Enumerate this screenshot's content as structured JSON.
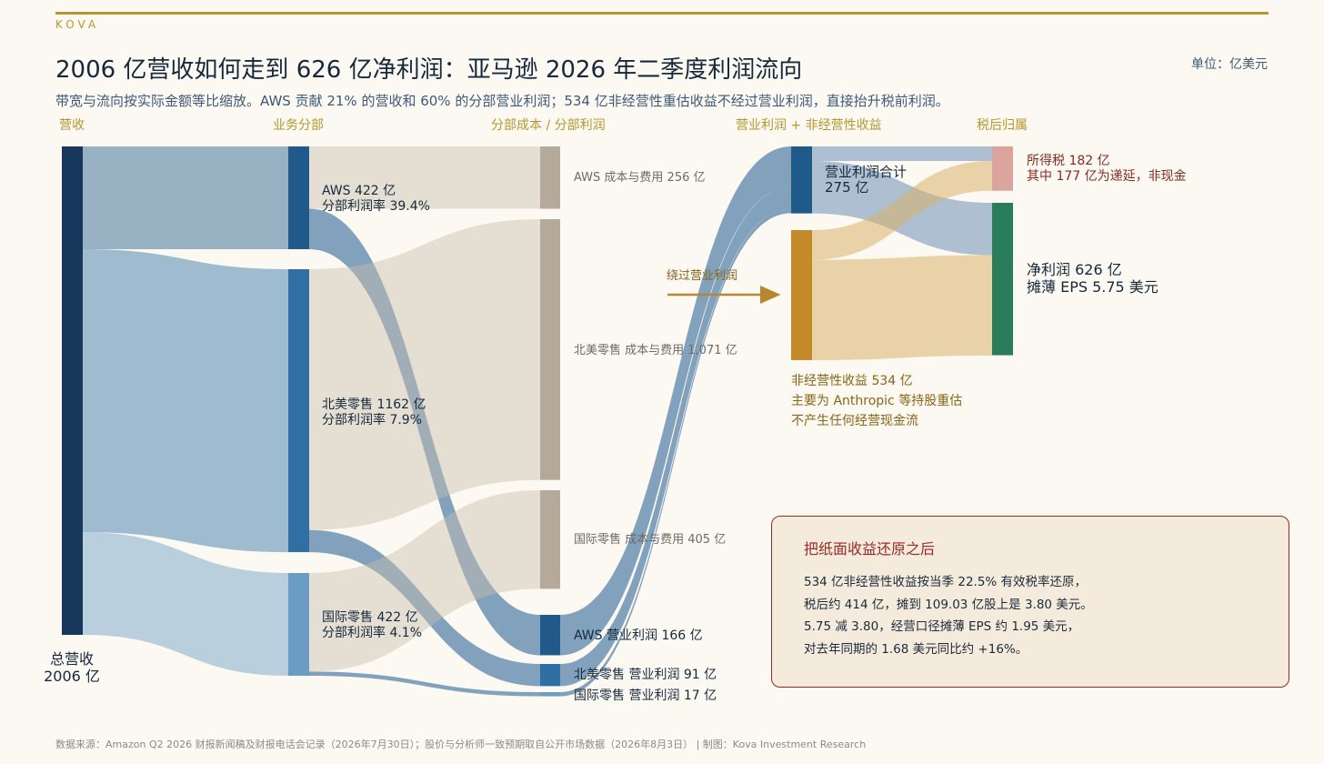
{
  "header": {
    "brand": "KOVA",
    "title": "2006 亿营收如何走到 626 亿净利润：亚马逊 2026 年二季度利润流向",
    "subtitle": "带宽与流向按实际金额等比缩放。AWS 贡献 21% 的营收和 60% 的分部营业利润；534 亿非经营性重估收益不经过营业利润，直接抬升税前利润。",
    "unit": "单位：亿美元"
  },
  "chart_data": {
    "type": "sankey",
    "title": "2006 亿营收如何走到 626 亿净利润：亚马逊 2026 年二季度利润流向",
    "columns": [
      "营收",
      "业务分部",
      "分部成本 / 分部利润",
      "营业利润 + 非经营性收益",
      "税后归属"
    ],
    "nodes": [
      {
        "id": "total",
        "label": "总营收",
        "value_label": "2006 亿",
        "value": 2006,
        "color": "#17385a"
      },
      {
        "id": "aws",
        "label": "AWS   422 亿",
        "value_label": "分部利润率 39.4%",
        "value": 422,
        "color": "#1f5a8a"
      },
      {
        "id": "na",
        "label": "北美零售   1162 亿",
        "value_label": "分部利润率 7.9%",
        "value": 1162,
        "color": "#2f6fa3"
      },
      {
        "id": "intl",
        "label": "国际零售   422 亿",
        "value_label": "分部利润率 4.1%",
        "value": 422,
        "color": "#6a9cc4"
      },
      {
        "id": "aws_cost",
        "label": "AWS 成本与费用   256 亿",
        "value": 256,
        "color": "#b5aa9a"
      },
      {
        "id": "na_cost",
        "label": "北美零售 成本与费用   1,071 亿",
        "value": 1071,
        "color": "#b5aa9a"
      },
      {
        "id": "intl_cost",
        "label": "国际零售 成本与费用   405 亿",
        "value": 405,
        "color": "#b5aa9a"
      },
      {
        "id": "aws_op",
        "label": "AWS 营业利润   166 亿",
        "value": 166,
        "color": "#1f5a8a"
      },
      {
        "id": "na_op",
        "label": "北美零售 营业利润   91 亿",
        "value": 91,
        "color": "#2f6fa3"
      },
      {
        "id": "intl_op",
        "label": "国际零售 营业利润   17 亿",
        "value": 17,
        "color": "#6a9cc4"
      },
      {
        "id": "op_total",
        "label": "营业利润合计",
        "value_label": "275 亿",
        "value": 275,
        "color": "#1f5a8a"
      },
      {
        "id": "nonop",
        "label": "非经营性收益   534 亿",
        "note1": "主要为 Anthropic 等持股重估",
        "note2": "不产生任何经营现金流",
        "value": 534,
        "color": "#c48a2a"
      },
      {
        "id": "tax",
        "label": "所得税   182 亿",
        "value_label": "其中 177 亿为递延，非现金",
        "value": 182,
        "color": "#dba49c"
      },
      {
        "id": "net",
        "label": "净利润   626 亿",
        "value_label": "摊薄 EPS 5.75 美元",
        "value": 626,
        "color": "#2a7d5a"
      }
    ],
    "links": [
      {
        "source": "total",
        "target": "aws",
        "value": 422
      },
      {
        "source": "total",
        "target": "na",
        "value": 1162
      },
      {
        "source": "total",
        "target": "intl",
        "value": 422
      },
      {
        "source": "aws",
        "target": "aws_cost",
        "value": 256
      },
      {
        "source": "aws",
        "target": "aws_op",
        "value": 166
      },
      {
        "source": "na",
        "target": "na_cost",
        "value": 1071
      },
      {
        "source": "na",
        "target": "na_op",
        "value": 91
      },
      {
        "source": "intl",
        "target": "intl_cost",
        "value": 405
      },
      {
        "source": "intl",
        "target": "intl_op",
        "value": 17
      },
      {
        "source": "aws_op",
        "target": "op_total",
        "value": 166
      },
      {
        "source": "na_op",
        "target": "op_total",
        "value": 91
      },
      {
        "source": "intl_op",
        "target": "op_total",
        "value": 17
      },
      {
        "source": "op_total",
        "target": "tax",
        "value": 60
      },
      {
        "source": "op_total",
        "target": "net",
        "value": 215
      },
      {
        "source": "nonop",
        "target": "tax",
        "value": 122
      },
      {
        "source": "nonop",
        "target": "net",
        "value": 412
      }
    ],
    "bypass_label": "绕过营业利润"
  },
  "callout": {
    "title": "把纸面收益还原之后",
    "lines": [
      "534 亿非经营性收益按当季 22.5% 有效税率还原，",
      "税后约 414 亿，摊到 109.03 亿股上是 3.80 美元。",
      "5.75 减 3.80，经营口径摊薄 EPS 约 1.95 美元，",
      "对去年同期的 1.68 美元同比约 +16%。"
    ]
  },
  "footer": "数据来源：Amazon Q2 2026 财报新闻稿及财报电话会记录（2026年7月30日）；股价与分析师一致预期取自公开市场数据（2026年8月3日） | 制图：Kova Investment Research",
  "colors": {
    "accent": "#b8962e",
    "aws": "#1f5a8a",
    "na": "#2f6fa3",
    "intl": "#6a9cc4",
    "cost": "#b5aa9a",
    "nonop": "#c48a2a",
    "tax": "#dba49c",
    "net": "#2a7d5a",
    "callout_border": "#9a2a25"
  }
}
